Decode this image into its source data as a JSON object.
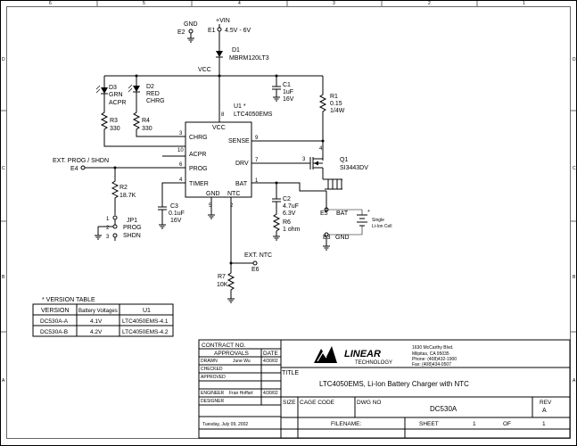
{
  "border": {
    "top_cols": [
      "6",
      "5",
      "4",
      "3",
      "2",
      "1"
    ],
    "side_rows": [
      "D",
      "C",
      "B",
      "A"
    ]
  },
  "nets": {
    "gnd_label": "GND",
    "gnd_port": "E2",
    "vin_label": "+VIN",
    "vin_port": "E1",
    "vin_range": "4.5V - 6V",
    "vcc": "VCC",
    "ext_prog": "EXT. PROG / SHDN",
    "ext_prog_port": "E4",
    "ext_ntc": "EXT. NTC",
    "ntc_port": "E6",
    "bat_port": "E5",
    "bat": "BAT",
    "gnd2_port": "E3",
    "gnd2": "GND"
  },
  "components": {
    "d1": {
      "ref": "D1",
      "value": "MBRM120LT3"
    },
    "d3": {
      "ref": "D3",
      "l1": "GRN",
      "l2": "ACPR"
    },
    "d2": {
      "ref": "D2",
      "l1": "RED",
      "l2": "CHRG"
    },
    "r3": {
      "ref": "R3",
      "value": "330"
    },
    "r4": {
      "ref": "R4",
      "value": "330"
    },
    "c1": {
      "ref": "C1",
      "value": "1uF",
      "rating": "16V"
    },
    "r1": {
      "ref": "R1",
      "value": "0.15",
      "rating": "1/4W"
    },
    "q1": {
      "ref": "Q1",
      "value": "SI3443DV"
    },
    "r2": {
      "ref": "R2",
      "value": "18.7K"
    },
    "c3": {
      "ref": "C3",
      "value": "0.1uF",
      "rating": "16V"
    },
    "c2": {
      "ref": "C2",
      "value": "4.7uF",
      "rating": "6.3V"
    },
    "r6": {
      "ref": "R6",
      "value": "1 ohm"
    },
    "jp1": {
      "ref": "JP1",
      "l1": "PROG",
      "l2": "SHDN"
    },
    "r7": {
      "ref": "R7",
      "value": "10K"
    },
    "cell": {
      "l1": "Single",
      "l2": "Li-Ion Cell"
    }
  },
  "u1": {
    "ref": "U1 *",
    "part": "LTC4050EMS",
    "pins": {
      "vcc": "VCC",
      "vcc_num": "8",
      "chrg": "CHRG",
      "chrg_num": "3",
      "acpr": "ACPR",
      "acpr_num": "10",
      "prog": "PROG",
      "prog_num": "6",
      "timer": "TIMER",
      "timer_num": "4",
      "gnd": "GND",
      "gnd_num": "5",
      "ntc": "NTC",
      "ntc_num": "2",
      "sense": "SENSE",
      "sense_num": "9",
      "drv": "DRV",
      "drv_num": "7",
      "bat": "BAT",
      "bat_num": "1"
    }
  },
  "q1_pins": {
    "g": "3",
    "s": "4"
  },
  "jumper_pins": {
    "p1": "1",
    "p2": "2",
    "p3": "3"
  },
  "version_table": {
    "title": "* VERSION TABLE",
    "headers": [
      "VERSION",
      "Battery Voltages",
      "U1"
    ],
    "rows": [
      [
        "DC530A-A",
        "4.1V",
        "LTC4050EMS-4.1"
      ],
      [
        "DC530A-B",
        "4.2V",
        "LTC4050EMS-4.2"
      ]
    ]
  },
  "title_block": {
    "contract_no": "CONTRACT NO.",
    "approvals": "APPROVALS",
    "date": "DATE",
    "drawn_label": "DRAWN",
    "drawn_name": "June Wu",
    "drawn_date": "4/30/02",
    "checked": "CHECKED",
    "approved": "APPROVED",
    "engineer_label": "ENGINEER",
    "engineer_name": "Fran Hoffart",
    "engineer_date": "4/30/02",
    "designer": "DESIGNER",
    "company_logo": "LINEAR",
    "company_sub": "TECHNOLOGY",
    "address1": "1630 McCarthy Blvd.",
    "address2": "Milpitas, CA 95035",
    "phone": "Phone: (408)432-1900",
    "fax": "Fax: (408)434-0507",
    "title_label": "TITLE",
    "title": "LTC4050EMS, Li-Ion Battery Charger with NTC",
    "size_label": "SIZE",
    "cage_label": "CAGE CODE",
    "dwg_label": "DWG NO",
    "dwg_no": "DC530A",
    "rev_label": "REV",
    "rev": "A",
    "date_printed": "Tuesday, July 09, 2002",
    "filename": "FILENAME:",
    "sheet_label": "SHEET",
    "sheet": "1",
    "of_label": "OF",
    "of": "1"
  }
}
